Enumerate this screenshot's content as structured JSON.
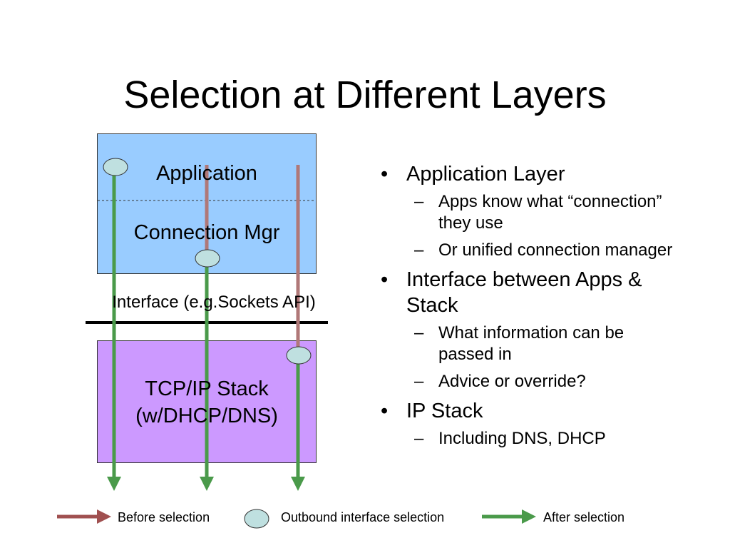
{
  "slide": {
    "title": "Selection at Different Layers"
  },
  "diagram": {
    "application_label": "Application",
    "connection_mgr_label": "Connection Mgr",
    "interface_label": "Interface (e.g.Sockets API)",
    "stack_label_line1": "TCP/IP Stack",
    "stack_label_line2": "(w/DHCP/DNS)",
    "colors": {
      "app_box_fill": "#99ccff",
      "stack_box_fill": "#cc99ff",
      "before_arrow": "#a05050",
      "after_arrow": "#4a9a4a",
      "selection_ellipse_fill": "#bfe0e0"
    }
  },
  "bullets": [
    {
      "text": "Application Layer",
      "sub": [
        "Apps know what “connection” they use",
        "Or unified connection manager"
      ]
    },
    {
      "text": "Interface between Apps & Stack",
      "sub": [
        "What information can be passed in",
        "Advice or override?"
      ]
    },
    {
      "text": "IP Stack",
      "sub": [
        "Including DNS, DHCP"
      ]
    }
  ],
  "bullet_marker": "•",
  "sub_marker": "–",
  "legend": {
    "before_label": "Before selection",
    "outbound_label": "Outbound interface selection",
    "after_label": "After selection"
  }
}
